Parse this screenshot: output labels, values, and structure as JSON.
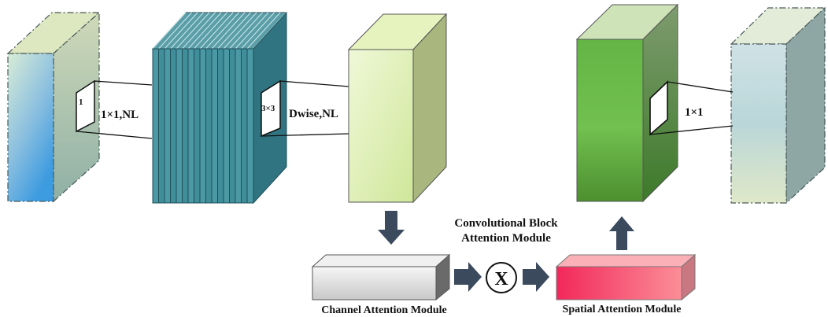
{
  "labels": {
    "kernel_1": "1",
    "conv_1x1_nl": "1×1,NL",
    "kernel_3x3": "3×3",
    "dwise_nl": "Dwise,NL",
    "conv_1x1": "1×1",
    "cbam_title_line1": "Convolutional Block",
    "cbam_title_line2": "Attention Module",
    "channel_attention": "Channel Attention Module",
    "spatial_attention": "Spatial Attention Module",
    "multiply_symbol": "X"
  },
  "colors": {
    "input_block": "#7fb6df",
    "expansion_stack": "#3f8e9a",
    "depthwise_block": "#dbeeaa",
    "cbam_output_block": "#5ba83a",
    "output_block": "#c9dede",
    "channel_attention_block": "#d9d9d9",
    "spatial_attention_block": "#f0405f",
    "arrow": "#3c4a5e"
  }
}
